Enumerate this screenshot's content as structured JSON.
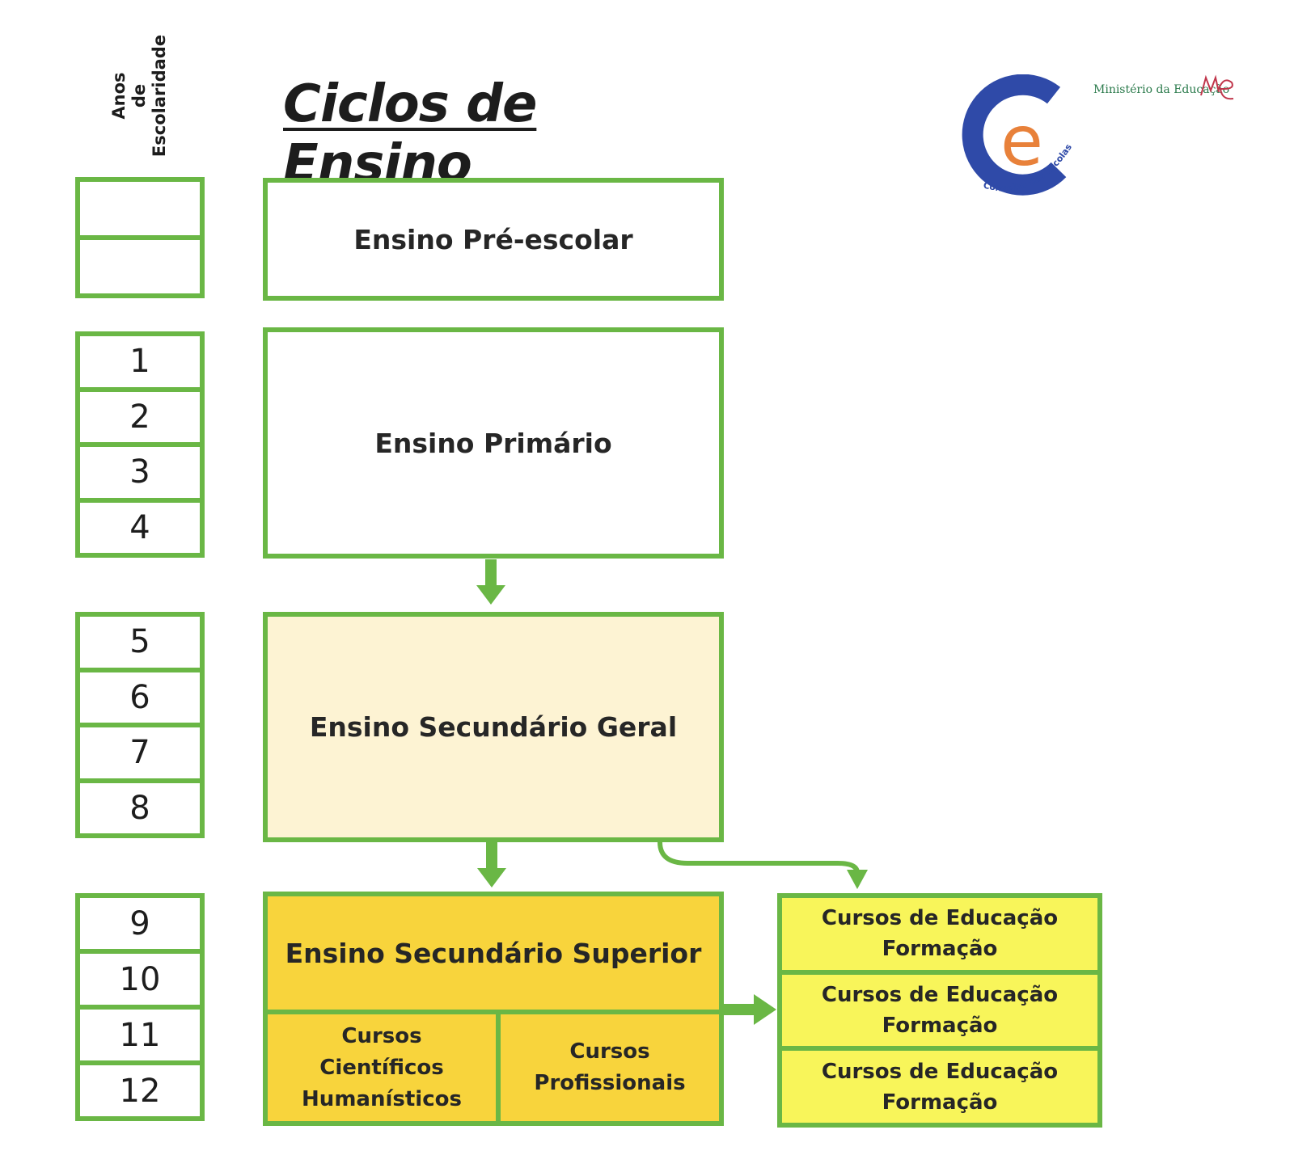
{
  "axis_label": [
    "Anos",
    "de",
    "Escolaridade"
  ],
  "title": "Ciclos de Ensino",
  "logos": {
    "conselho": {
      "letters": "Ce",
      "caption": "Conselho das Escolas"
    },
    "ministerio": {
      "text": "Ministério da Educação",
      "mark": "ME"
    }
  },
  "year_groups": [
    {
      "years": [
        "",
        ""
      ]
    },
    {
      "years": [
        "1",
        "2",
        "3",
        "4"
      ]
    },
    {
      "years": [
        "5",
        "6",
        "7",
        "8"
      ]
    },
    {
      "years": [
        "9",
        "10",
        "11",
        "12"
      ]
    }
  ],
  "stages": {
    "pre_escolar": "Ensino Pré-escolar",
    "primario": "Ensino Primário",
    "secundario_geral": "Ensino Secundário Geral",
    "secundario_superior": "Ensino Secundário Superior"
  },
  "tracks": {
    "cientificos": [
      "Cursos",
      "Científicos",
      "Humanísticos"
    ],
    "profissionais": [
      "Cursos",
      "Profissionais"
    ]
  },
  "cef": [
    [
      "Cursos de Educação",
      "Formação"
    ],
    [
      "Cursos de Educação",
      "Formação"
    ],
    [
      "Cursos de Educação",
      "Formação"
    ]
  ],
  "colors": {
    "border_green": "#6ab745",
    "white_box": "#ffffff",
    "geral_fill": "#fdf3d3",
    "superior_fill": "#f8d43c",
    "cef_fill": "#f8f55a"
  }
}
